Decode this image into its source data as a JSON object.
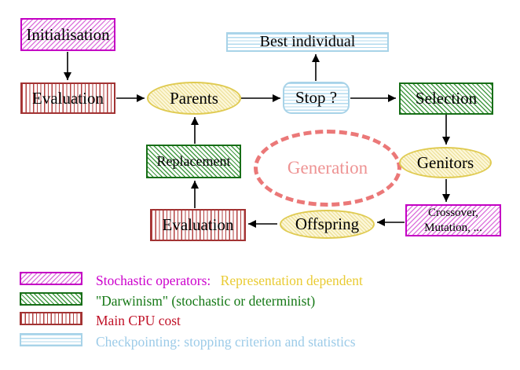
{
  "nodes": {
    "initialisation": "Initialisation",
    "evaluation_top": "Evaluation",
    "parents": "Parents",
    "best_individual": "Best individual",
    "stop": "Stop ?",
    "selection": "Selection",
    "replacement": "Replacement",
    "generation": "Generation",
    "genitors": "Genitors",
    "evaluation_bottom": "Evaluation",
    "crossover_line1": "Crossover,",
    "crossover_line2": "Mutation, ...",
    "offspring": "Offspring"
  },
  "legend": {
    "stochastic_label": "Stochastic operators:",
    "stochastic_note": "Representation dependent",
    "darwinism_label": "\"Darwinism\" (stochastic or determinist)",
    "cpu_label": "Main CPU cost",
    "checkpointing_label": "Checkpointing: stopping criterion and statistics"
  },
  "colors": {
    "magenta": "#cc00cc",
    "green_hatch": "#176e17",
    "green_text": "#157815",
    "red_stripe": "#b34242",
    "red_text": "#c01228",
    "cyan": "#a8d3e8",
    "yellow_border": "#e0cb52",
    "yellow_text": "#e9cb33",
    "pink_dashed": "#eb7878",
    "arrow": "#000000"
  }
}
